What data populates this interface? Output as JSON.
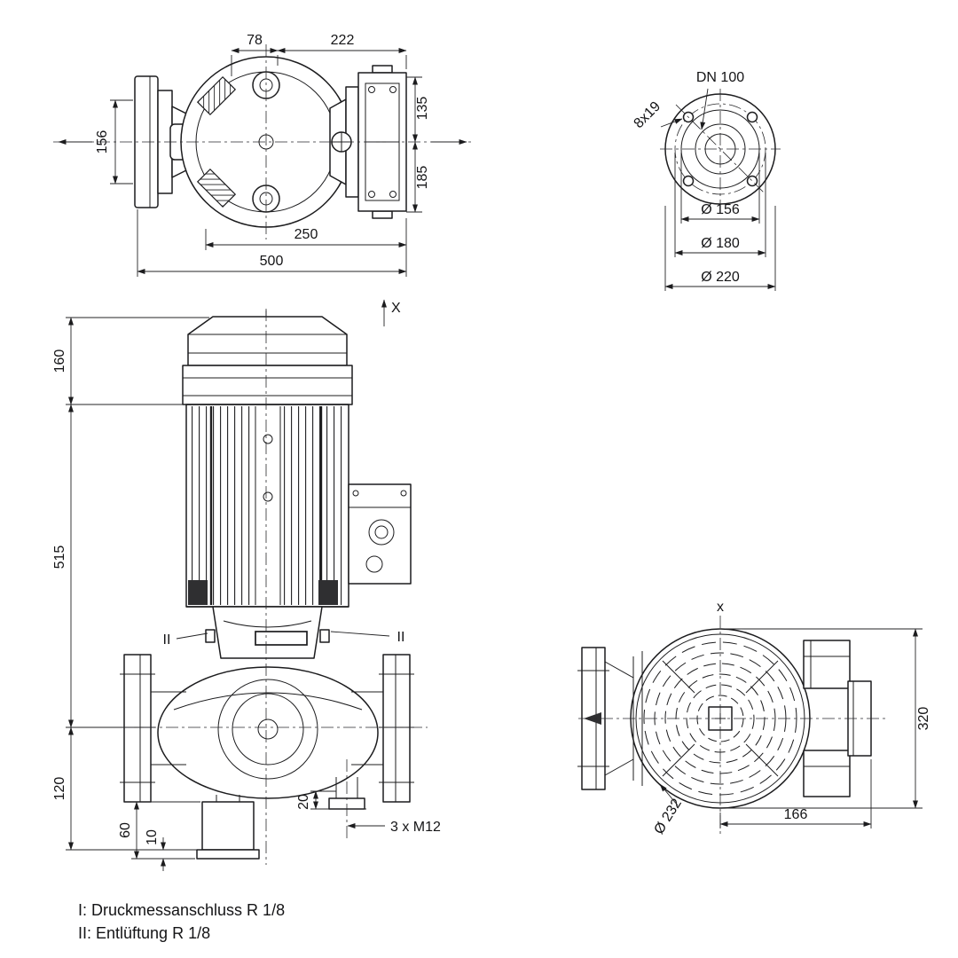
{
  "style": {
    "background": "#ffffff",
    "ink": "#1c1c1e"
  },
  "top_view": {
    "dim_78": "78",
    "dim_222": "222",
    "dim_135": "135",
    "dim_185": "185",
    "dim_156": "156",
    "dim_250": "250",
    "dim_500": "500"
  },
  "flange_view": {
    "dn_label": "DN 100",
    "bolt_holes_label": "8x19",
    "dia_156": "Ø 156",
    "dia_180": "Ø 180",
    "dia_220": "Ø 220"
  },
  "front_view": {
    "dim_160": "160",
    "dim_515": "515",
    "dim_120": "120",
    "dim_60": "60",
    "dim_10": "10",
    "dim_20": "20",
    "thread_label": "3 x M12",
    "port_label_left": "II",
    "port_label_right": "II",
    "section_label": "X"
  },
  "side_view": {
    "axis_label": "x",
    "dim_320": "320",
    "dim_166": "166",
    "dia_232": "Ø 232"
  },
  "legend": {
    "item_1": "I: Druckmessanschluss R 1/8",
    "item_2": "II: Entlüftung R 1/8"
  }
}
